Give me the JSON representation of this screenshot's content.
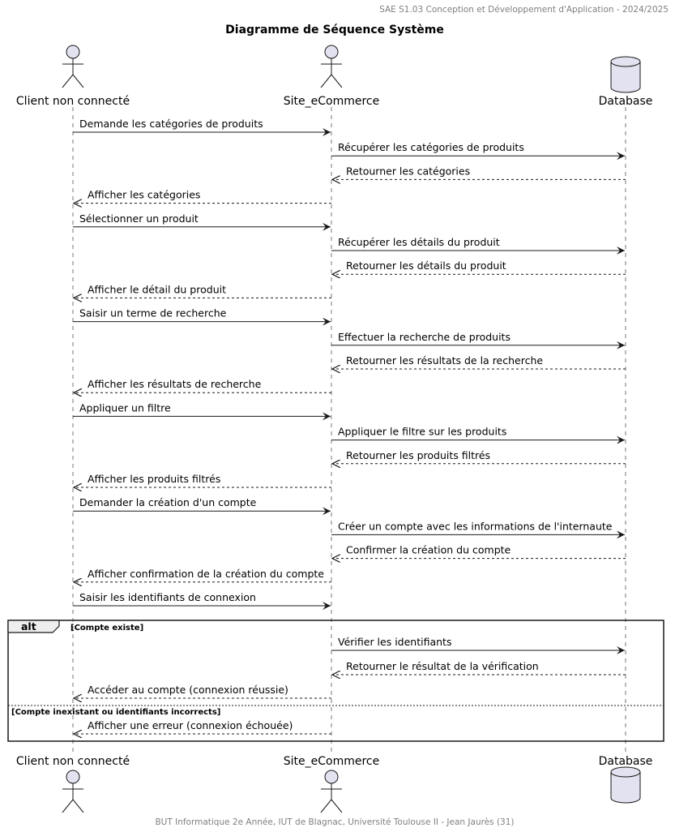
{
  "header_note": "SAE S1.03 Conception et Développement d'Application - 2024/2025",
  "footer_note": "BUT Informatique 2e Année, IUT de Blagnac, Université Toulouse II - Jean Jaurès (31)",
  "title": "Diagramme de Séquence Système",
  "participants": [
    {
      "id": "client",
      "label": "Client non connecté",
      "kind": "actor"
    },
    {
      "id": "site",
      "label": "Site_eCommerce",
      "kind": "actor"
    },
    {
      "id": "db",
      "label": "Database",
      "kind": "database"
    }
  ],
  "messages": [
    {
      "from": "client",
      "to": "site",
      "label": "Demande les catégories de produits",
      "style": "sync"
    },
    {
      "from": "site",
      "to": "db",
      "label": "Récupérer les catégories de produits",
      "style": "sync"
    },
    {
      "from": "db",
      "to": "site",
      "label": "Retourner les catégories",
      "style": "reply"
    },
    {
      "from": "site",
      "to": "client",
      "label": "Afficher les catégories",
      "style": "reply"
    },
    {
      "from": "client",
      "to": "site",
      "label": "Sélectionner un produit",
      "style": "sync"
    },
    {
      "from": "site",
      "to": "db",
      "label": "Récupérer les détails du produit",
      "style": "sync"
    },
    {
      "from": "db",
      "to": "site",
      "label": "Retourner les détails du produit",
      "style": "reply"
    },
    {
      "from": "site",
      "to": "client",
      "label": "Afficher le détail du produit",
      "style": "reply"
    },
    {
      "from": "client",
      "to": "site",
      "label": "Saisir un terme de recherche",
      "style": "sync"
    },
    {
      "from": "site",
      "to": "db",
      "label": "Effectuer la recherche de produits",
      "style": "sync"
    },
    {
      "from": "db",
      "to": "site",
      "label": "Retourner les résultats de la recherche",
      "style": "reply"
    },
    {
      "from": "site",
      "to": "client",
      "label": "Afficher les résultats de recherche",
      "style": "reply"
    },
    {
      "from": "client",
      "to": "site",
      "label": "Appliquer un filtre",
      "style": "sync"
    },
    {
      "from": "site",
      "to": "db",
      "label": "Appliquer le filtre sur les produits",
      "style": "sync"
    },
    {
      "from": "db",
      "to": "site",
      "label": "Retourner les produits filtrés",
      "style": "reply"
    },
    {
      "from": "site",
      "to": "client",
      "label": "Afficher les produits filtrés",
      "style": "reply"
    },
    {
      "from": "client",
      "to": "site",
      "label": "Demander la création d'un compte",
      "style": "sync"
    },
    {
      "from": "site",
      "to": "db",
      "label": "Créer un compte avec les informations de l'internaute",
      "style": "sync"
    },
    {
      "from": "db",
      "to": "site",
      "label": "Confirmer la création du compte",
      "style": "reply"
    },
    {
      "from": "site",
      "to": "client",
      "label": "Afficher confirmation de la création du compte",
      "style": "reply"
    },
    {
      "from": "client",
      "to": "site",
      "label": "Saisir les identifiants de connexion",
      "style": "sync"
    }
  ],
  "alt_fragment": {
    "operator": "alt",
    "branches": [
      {
        "guard": "[Compte existe]",
        "messages": [
          {
            "from": "site",
            "to": "db",
            "label": "Vérifier les identifiants",
            "style": "sync"
          },
          {
            "from": "db",
            "to": "site",
            "label": "Retourner le résultat de la vérification",
            "style": "reply"
          },
          {
            "from": "site",
            "to": "client",
            "label": "Accéder au compte (connexion réussie)",
            "style": "reply"
          }
        ]
      },
      {
        "guard": "[Compte inexistant ou identifiants incorrects]",
        "messages": [
          {
            "from": "site",
            "to": "client",
            "label": "Afficher une erreur (connexion échouée)",
            "style": "reply"
          }
        ]
      }
    ]
  },
  "colors": {
    "actor_fill": "#e2e2f0",
    "line": "#181818",
    "lifeline": "#555555",
    "note_text": "#808080"
  }
}
